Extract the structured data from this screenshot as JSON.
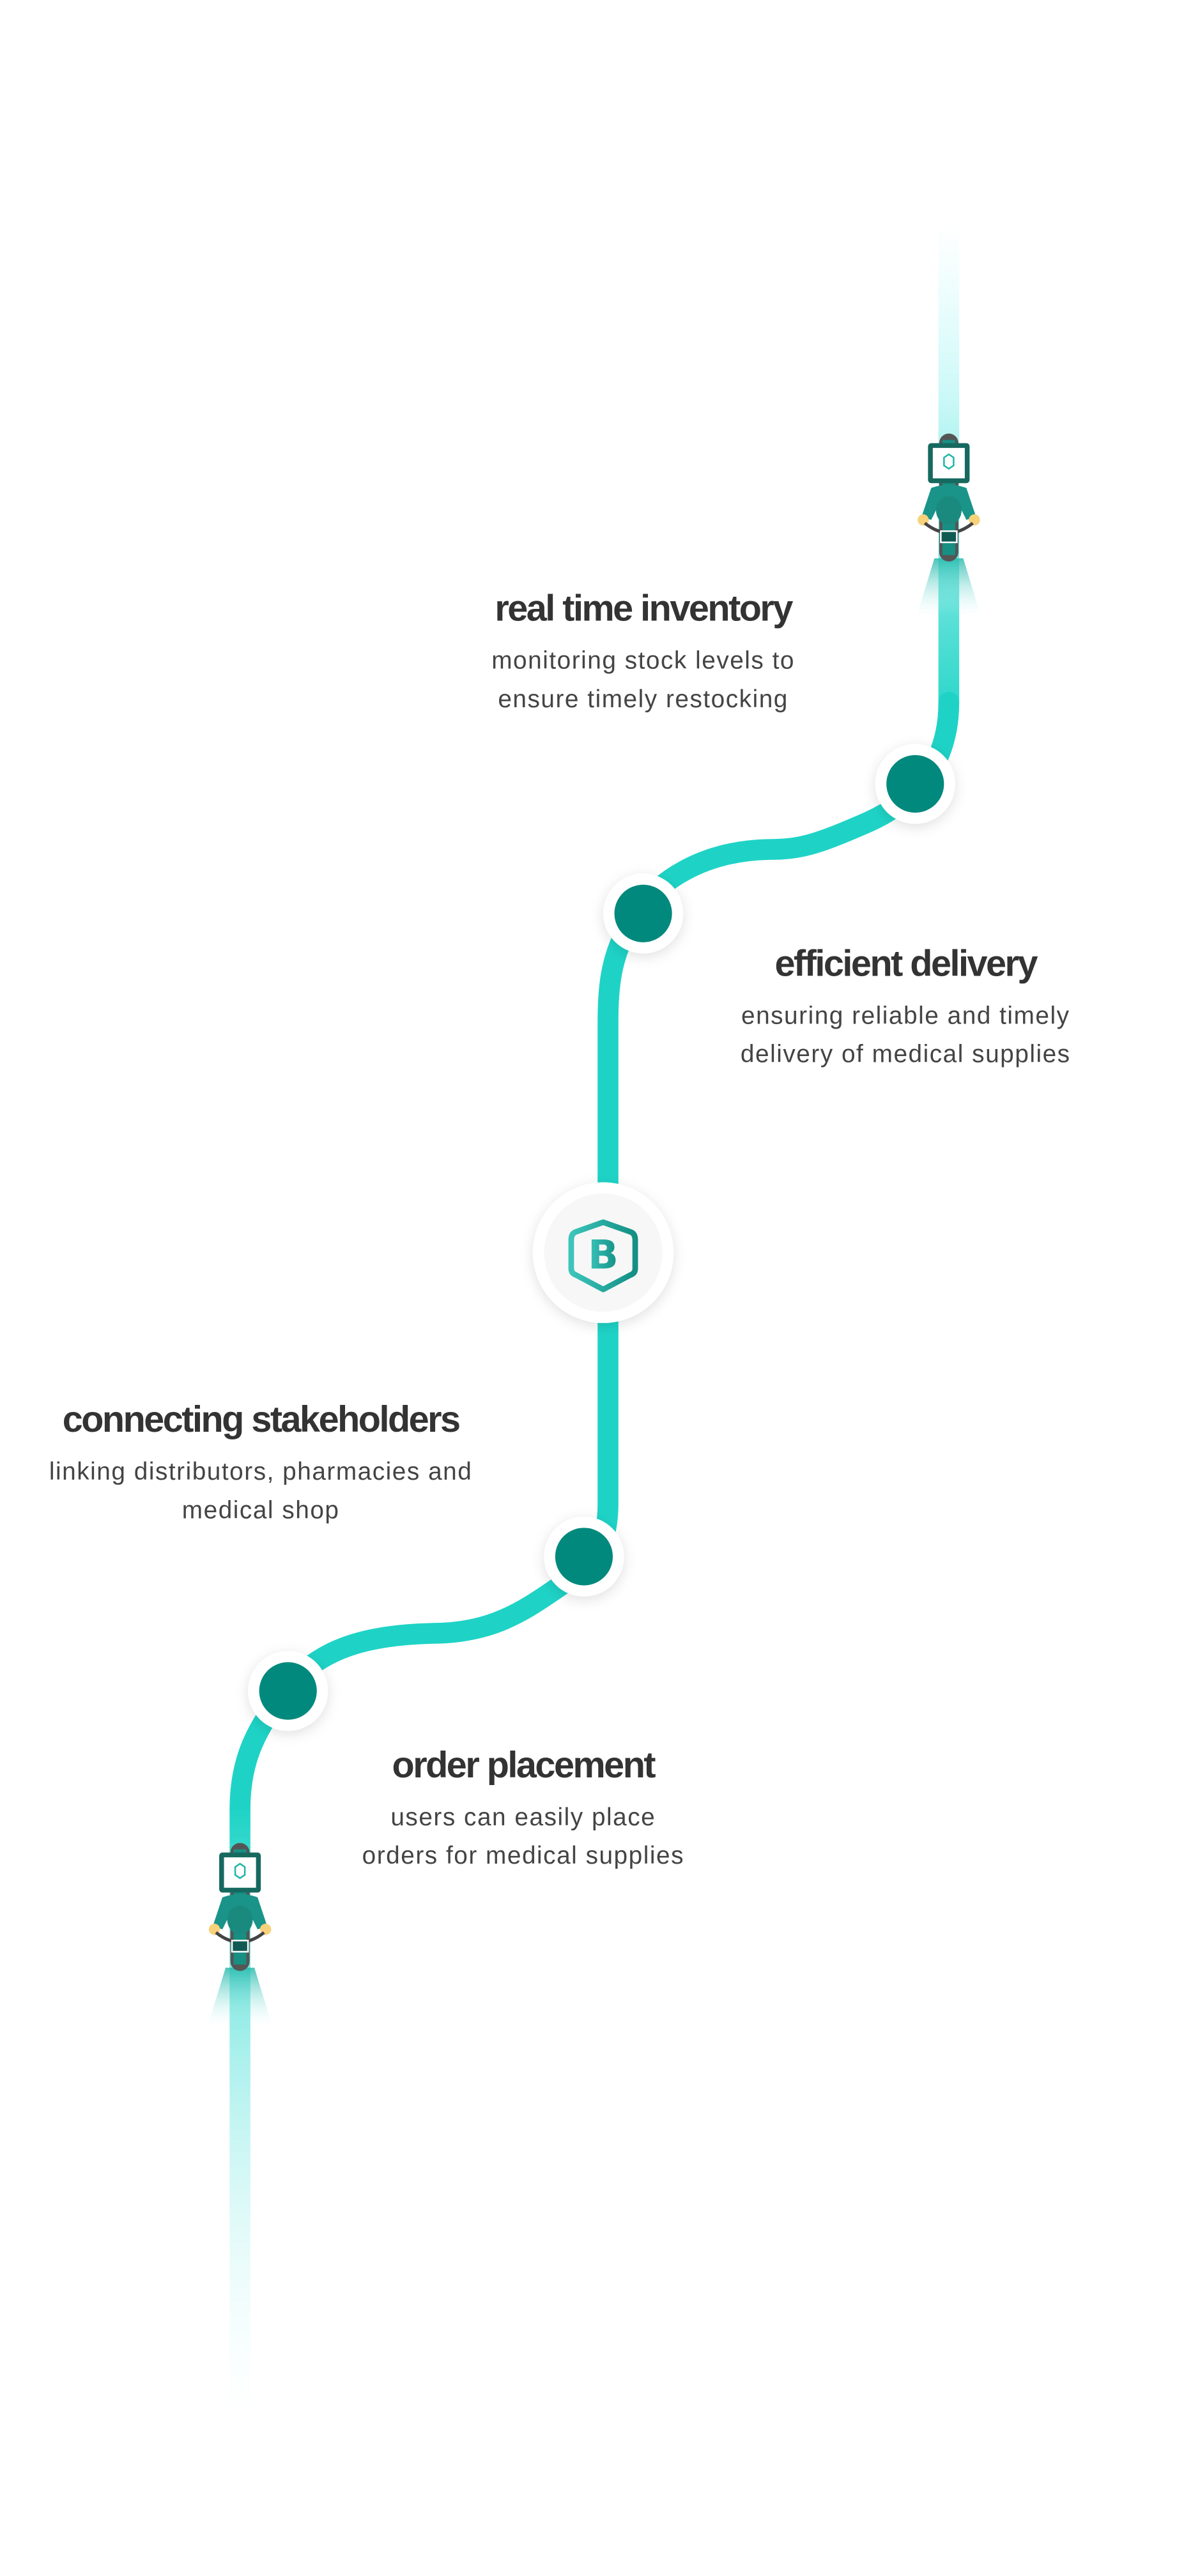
{
  "steps": [
    {
      "title": "real time inventory",
      "line1": "monitoring stock levels to",
      "line2": "ensure timely restocking"
    },
    {
      "title": "efficient delivery",
      "line1": "ensuring reliable and timely",
      "line2": "delivery of medical supplies"
    },
    {
      "title": "connecting stakeholders",
      "line1": "linking distributors, pharmacies and",
      "line2": "medical shop"
    },
    {
      "title": "order placement",
      "line1": "users can easily place",
      "line2": "orders for medical supplies"
    }
  ],
  "logo": {
    "letter": "B"
  },
  "colors": {
    "path": "#1ed3c6",
    "dot": "#00897b",
    "rider": "#1a9488",
    "accent": "#1fb5a8"
  }
}
